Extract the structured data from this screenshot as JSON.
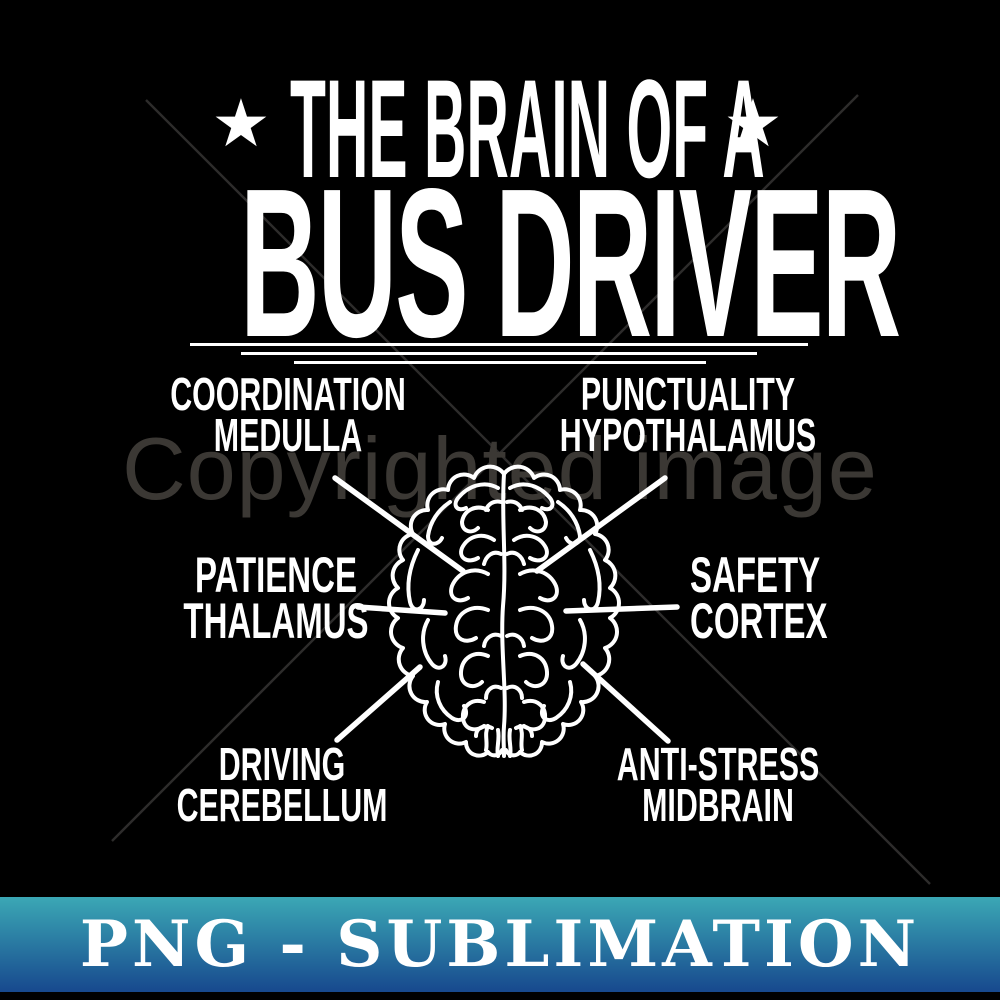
{
  "title": {
    "top_line": "THE BRAIN OF A",
    "main_line": "BUS DRIVER",
    "star_icon": "★"
  },
  "watermark": {
    "text": "Copyrighted image"
  },
  "brain_labels": [
    {
      "id": "coordination-medulla",
      "line1": "COORDINATION",
      "line2": "MEDULLA"
    },
    {
      "id": "punctuality-hypothalamus",
      "line1": "PUNCTUALITY",
      "line2": "HYPOTHALAMUS"
    },
    {
      "id": "patience-thalamus",
      "line1": "PATIENCE",
      "line2": "THALAMUS"
    },
    {
      "id": "safety-cortex",
      "line1": "SAFETY",
      "line2": "CORTEX"
    },
    {
      "id": "driving-cerebellum",
      "line1": "DRIVING",
      "line2": "CEREBELLUM"
    },
    {
      "id": "anti-stress-midbrain",
      "line1": "ANTI-STRESS",
      "line2": "MIDBRAIN"
    }
  ],
  "footer_banner": {
    "text": "PNG - SUBLIMATION"
  },
  "colors": {
    "background": "#000000",
    "text": "#ffffff",
    "watermark": "#3b3834",
    "banner_top": "#3BA8B5",
    "banner_bottom": "#17498E"
  }
}
